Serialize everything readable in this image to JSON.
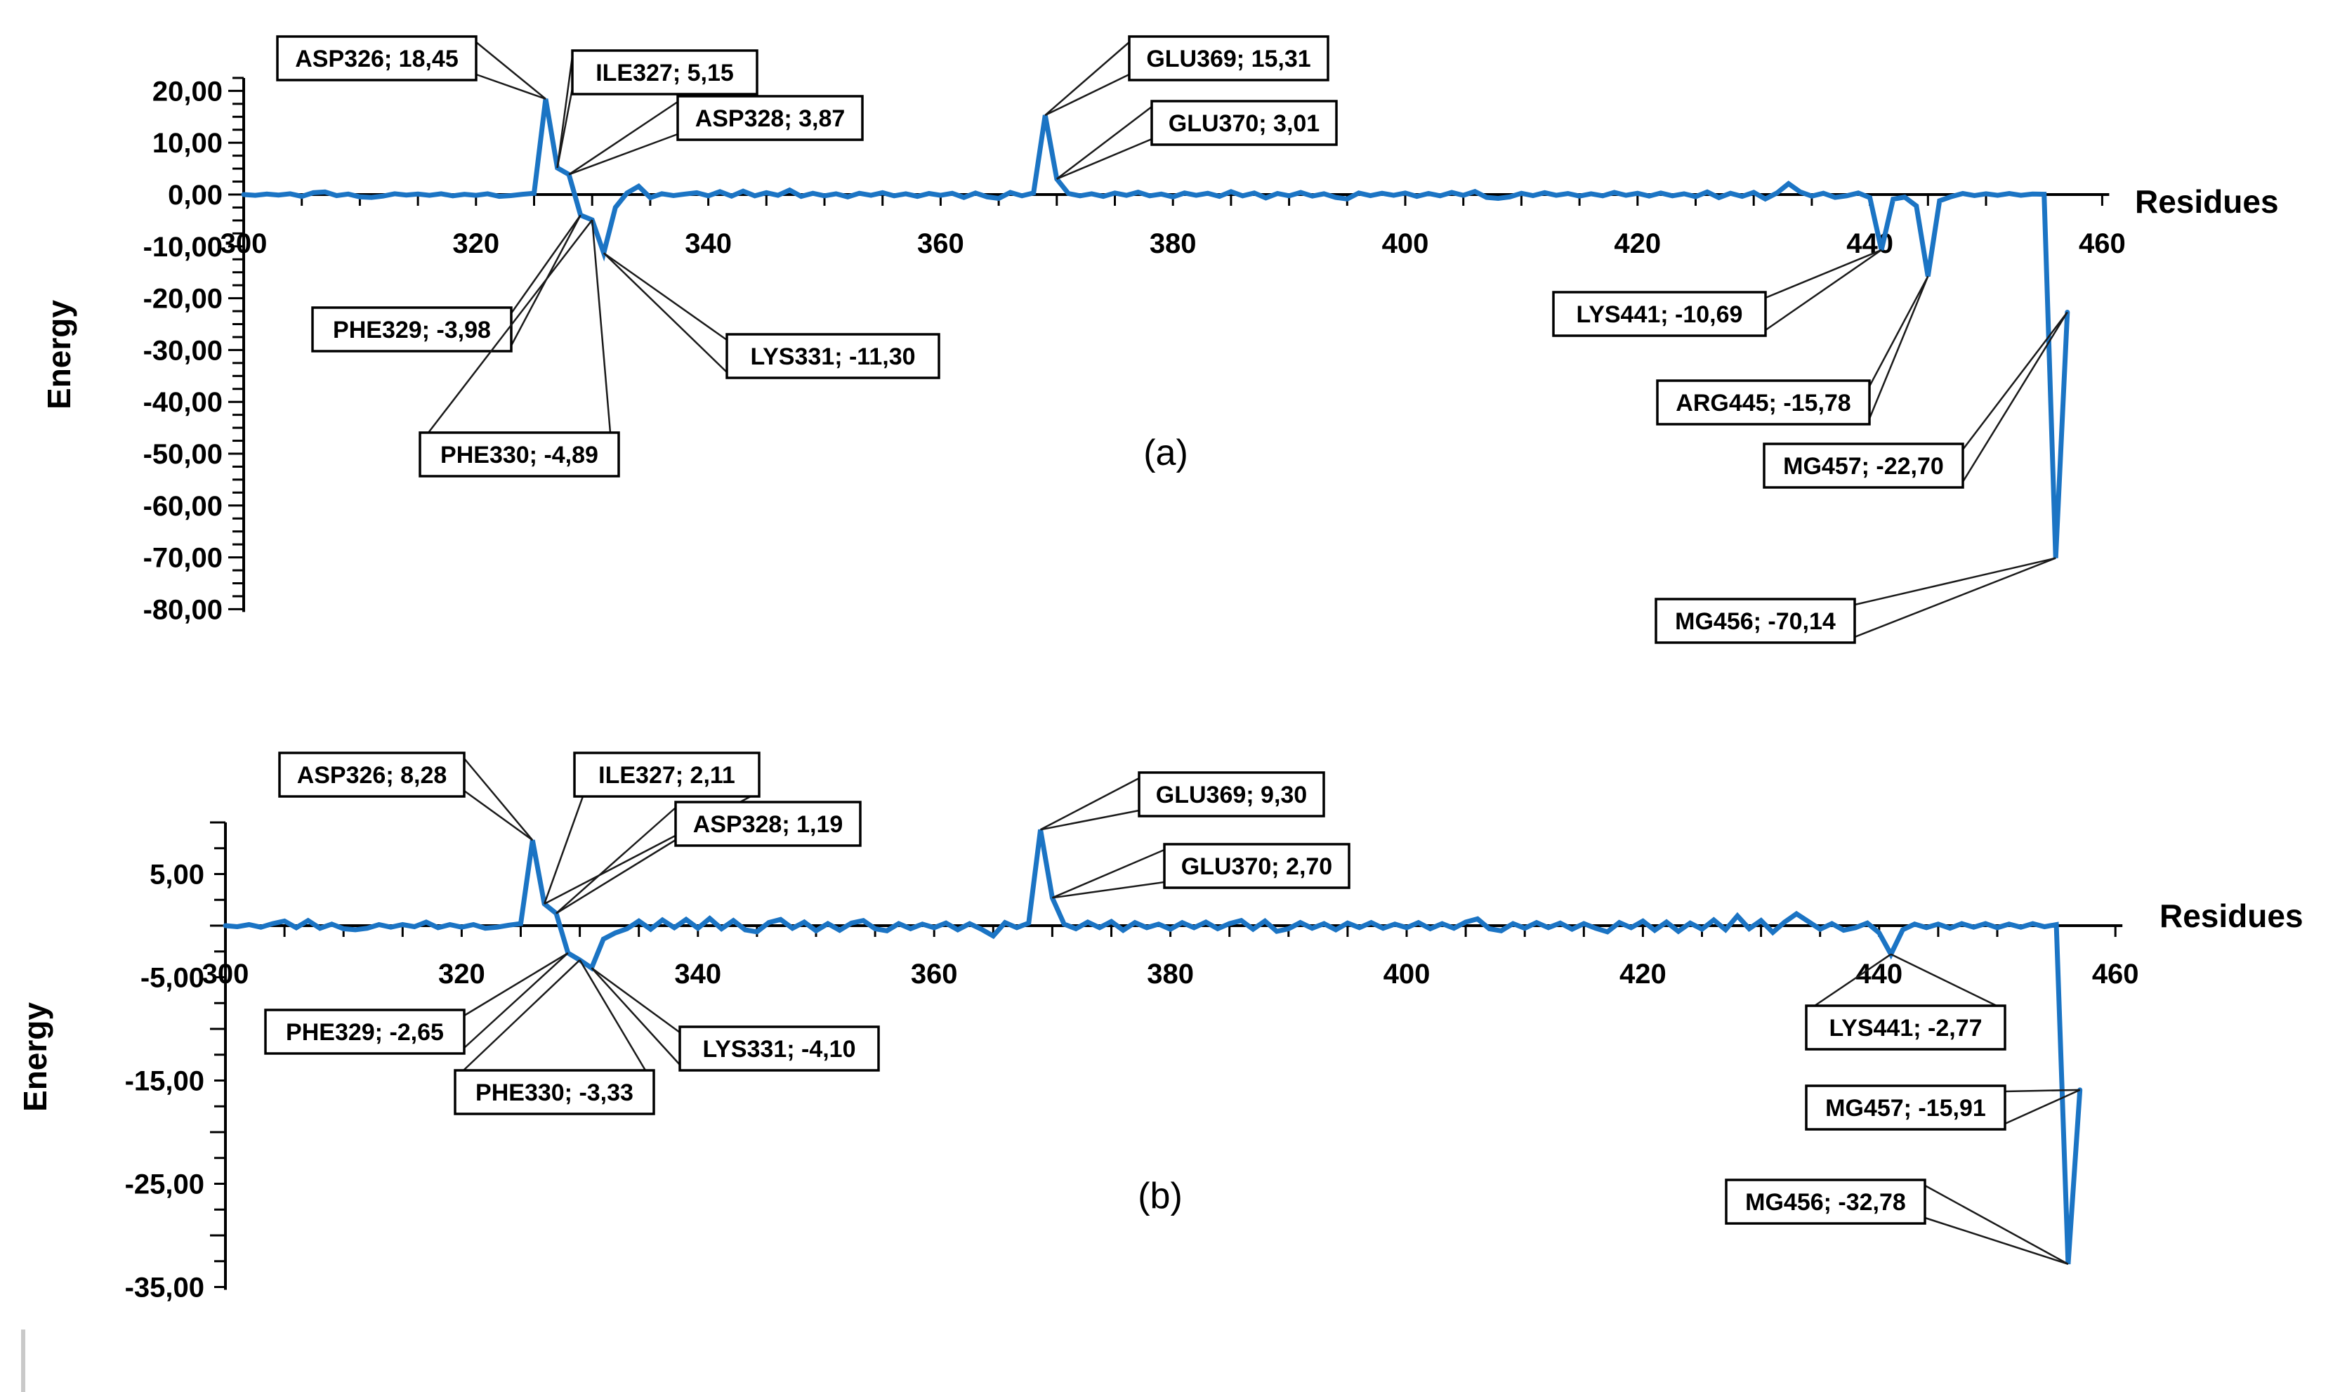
{
  "figure": {
    "background_color": "#ffffff",
    "series_color": "#1b74c4",
    "axis_color": "#000000",
    "callout_border_color": "#000000",
    "callout_fill_color": "#ffffff"
  },
  "chart_data": [
    {
      "type": "line",
      "panel_label": "(a)",
      "xlabel": "Residues",
      "ylabel": "Energy",
      "xlim": [
        300,
        460
      ],
      "ylim": [
        -80,
        20
      ],
      "grid": false,
      "legend": "none",
      "x_ticks": [
        300,
        320,
        340,
        360,
        380,
        400,
        420,
        440,
        460
      ],
      "y_ticks": [
        {
          "value": 20,
          "label": "20,00"
        },
        {
          "value": 10,
          "label": "10,00"
        },
        {
          "value": 0,
          "label": "0,00"
        },
        {
          "value": -10,
          "label": "-10,00"
        },
        {
          "value": -20,
          "label": "-20,00"
        },
        {
          "value": -30,
          "label": "-30,00"
        },
        {
          "value": -40,
          "label": "-40,00"
        },
        {
          "value": -50,
          "label": "-50,00"
        },
        {
          "value": -60,
          "label": "-60,00"
        },
        {
          "value": -70,
          "label": "-70,00"
        },
        {
          "value": -80,
          "label": "-80,00"
        }
      ],
      "series_start_residue": 300,
      "series_values": [
        0,
        -0.15,
        0.1,
        -0.1,
        0.15,
        -0.35,
        0.35,
        0.5,
        -0.2,
        0.1,
        -0.45,
        -0.55,
        -0.3,
        0.15,
        -0.1,
        0.1,
        -0.15,
        0.15,
        -0.25,
        0.05,
        -0.15,
        0.15,
        -0.35,
        -0.2,
        0.05,
        0.25,
        18.45,
        5.15,
        3.87,
        -3.98,
        -4.89,
        -11.3,
        -2.5,
        0.3,
        1.6,
        -0.6,
        0.15,
        -0.2,
        0.1,
        0.35,
        -0.25,
        0.55,
        -0.3,
        0.65,
        -0.25,
        0.35,
        -0.15,
        0.85,
        -0.35,
        0.25,
        -0.25,
        0.15,
        -0.45,
        0.25,
        -0.15,
        0.35,
        -0.25,
        0.15,
        -0.35,
        0.2,
        -0.15,
        0.25,
        -0.55,
        0.3,
        -0.45,
        -0.75,
        0.4,
        -0.25,
        0.3,
        15.31,
        3.01,
        0.2,
        -0.25,
        0.15,
        -0.35,
        0.3,
        -0.15,
        0.45,
        -0.25,
        0.1,
        -0.45,
        0.3,
        -0.15,
        0.25,
        -0.35,
        0.55,
        -0.25,
        0.3,
        -0.65,
        0.2,
        -0.25,
        0.4,
        -0.3,
        0.15,
        -0.55,
        -0.85,
        0.3,
        -0.2,
        0.25,
        -0.15,
        0.3,
        -0.35,
        0.2,
        -0.25,
        0.4,
        -0.15,
        0.6,
        -0.55,
        -0.75,
        -0.45,
        0.25,
        -0.2,
        0.35,
        -0.15,
        0.2,
        -0.3,
        0.15,
        -0.25,
        0.4,
        -0.15,
        0.25,
        -0.3,
        0.3,
        -0.25,
        0.15,
        -0.4,
        0.5,
        -0.6,
        0.25,
        -0.35,
        0.4,
        -0.85,
        0.3,
        2.1,
        0.5,
        -0.3,
        0.25,
        -0.55,
        -0.25,
        0.3,
        -0.6,
        -10.69,
        -0.9,
        -0.5,
        -2.2,
        -15.78,
        -1.2,
        -0.4,
        0.2,
        -0.2,
        0.15,
        -0.15,
        0.2,
        -0.15,
        0.1,
        0.05,
        -70.14,
        -22.7
      ],
      "annotations": [
        {
          "text": "ASP326; 18,45",
          "residue": 326,
          "value": 18.45,
          "box": [
            395,
            52
          ]
        },
        {
          "text": "ILE327; 5,15",
          "residue": 327,
          "value": 5.15,
          "box": [
            815,
            72
          ]
        },
        {
          "text": "ASP328; 3,87",
          "residue": 328,
          "value": 3.87,
          "box": [
            965,
            137
          ]
        },
        {
          "text": "GLU369; 15,31",
          "residue": 369,
          "value": 15.31,
          "box": [
            1608,
            52
          ]
        },
        {
          "text": "GLU370; 3,01",
          "residue": 370,
          "value": 3.01,
          "box": [
            1640,
            144
          ]
        },
        {
          "text": "PHE329; -3,98",
          "residue": 329,
          "value": -3.98,
          "box": [
            445,
            438
          ]
        },
        {
          "text": "PHE330; -4,89",
          "residue": 330,
          "value": -4.89,
          "box": [
            598,
            616
          ]
        },
        {
          "text": "LYS331; -11,30",
          "residue": 331,
          "value": -11.3,
          "box": [
            1035,
            476
          ]
        },
        {
          "text": "LYS441; -10,69",
          "residue": 441,
          "value": -10.69,
          "box": [
            2212,
            416
          ]
        },
        {
          "text": "ARG445; -15,78",
          "residue": 445,
          "value": -15.78,
          "box": [
            2360,
            542
          ]
        },
        {
          "text": "MG457; -22,70",
          "residue": 457,
          "value": -22.7,
          "box": [
            2512,
            632
          ]
        },
        {
          "text": "MG456; -70,14",
          "residue": 456,
          "value": -70.14,
          "box": [
            2358,
            853
          ]
        }
      ]
    },
    {
      "type": "line",
      "panel_label": "(b)",
      "xlabel": "Residues",
      "ylabel": "Energy",
      "xlim": [
        300,
        460
      ],
      "ylim": [
        -35,
        10
      ],
      "grid": false,
      "legend": "none",
      "x_ticks": [
        300,
        320,
        340,
        360,
        380,
        400,
        420,
        440,
        460
      ],
      "y_ticks": [
        {
          "value": 5,
          "label": "5,00"
        },
        {
          "value": -5,
          "label": "-5,00"
        },
        {
          "value": -15,
          "label": "-15,00"
        },
        {
          "value": -25,
          "label": "-25,00"
        },
        {
          "value": -35,
          "label": "-35,00"
        }
      ],
      "series_start_residue": 300,
      "series_values": [
        0,
        -0.1,
        0.1,
        -0.15,
        0.2,
        0.45,
        -0.2,
        0.5,
        -0.25,
        0.15,
        -0.3,
        -0.4,
        -0.25,
        0.1,
        -0.15,
        0.1,
        -0.1,
        0.35,
        -0.2,
        0.1,
        -0.15,
        0.1,
        -0.25,
        -0.15,
        0.05,
        0.2,
        8.28,
        2.11,
        1.19,
        -2.65,
        -3.33,
        -4.1,
        -1.3,
        -0.7,
        -0.3,
        0.45,
        -0.35,
        0.55,
        -0.2,
        0.6,
        -0.25,
        0.7,
        -0.3,
        0.5,
        -0.4,
        -0.6,
        0.3,
        0.6,
        -0.25,
        0.35,
        -0.5,
        0.2,
        -0.45,
        0.25,
        0.5,
        -0.3,
        -0.5,
        0.2,
        -0.3,
        0.15,
        -0.2,
        0.25,
        -0.4,
        0.2,
        -0.35,
        -1.0,
        0.3,
        -0.2,
        0.25,
        9.3,
        2.7,
        0.15,
        -0.3,
        0.35,
        -0.2,
        0.4,
        -0.45,
        0.3,
        -0.2,
        0.15,
        -0.35,
        0.3,
        -0.2,
        0.35,
        -0.3,
        0.2,
        0.5,
        -0.35,
        0.45,
        -0.55,
        -0.3,
        0.3,
        -0.25,
        0.2,
        -0.4,
        0.25,
        -0.2,
        0.3,
        -0.25,
        0.15,
        -0.2,
        0.3,
        -0.3,
        0.2,
        -0.25,
        0.35,
        0.65,
        -0.3,
        -0.5,
        0.2,
        -0.25,
        0.3,
        -0.2,
        0.25,
        -0.35,
        0.2,
        -0.25,
        -0.6,
        0.3,
        -0.2,
        0.45,
        -0.45,
        0.35,
        -0.55,
        0.25,
        -0.35,
        0.55,
        -0.4,
        0.95,
        -0.3,
        0.5,
        -0.65,
        0.35,
        1.15,
        0.4,
        -0.35,
        0.2,
        -0.45,
        -0.2,
        0.25,
        -0.7,
        -2.77,
        -0.4,
        0.15,
        -0.2,
        0.15,
        -0.25,
        0.2,
        -0.15,
        0.2,
        -0.2,
        0.15,
        -0.15,
        0.2,
        -0.1,
        0.1,
        -32.78,
        -15.91
      ],
      "annotations": [
        {
          "text": "ASP326; 8,28",
          "residue": 326,
          "value": 8.28,
          "box": [
            398,
            1072
          ]
        },
        {
          "text": "ILE327; 2,11",
          "residue": 327,
          "value": 2.11,
          "box": [
            818,
            1072
          ]
        },
        {
          "text": "ASP328; 1,19",
          "residue": 328,
          "value": 1.19,
          "box": [
            962,
            1142
          ]
        },
        {
          "text": "GLU369; 9,30",
          "residue": 369,
          "value": 9.3,
          "box": [
            1622,
            1100
          ]
        },
        {
          "text": "GLU370; 2,70",
          "residue": 370,
          "value": 2.7,
          "box": [
            1658,
            1202
          ]
        },
        {
          "text": "PHE329; -2,65",
          "residue": 329,
          "value": -2.65,
          "box": [
            378,
            1438
          ]
        },
        {
          "text": "PHE330; -3,33",
          "residue": 330,
          "value": -3.33,
          "box": [
            648,
            1524
          ]
        },
        {
          "text": "LYS331; -4,10",
          "residue": 331,
          "value": -4.1,
          "box": [
            968,
            1462
          ]
        },
        {
          "text": "LYS441; -2,77",
          "residue": 441,
          "value": -2.77,
          "box": [
            2572,
            1432
          ]
        },
        {
          "text": "MG457; -15,91",
          "residue": 457,
          "value": -15.91,
          "box": [
            2572,
            1546
          ]
        },
        {
          "text": "MG456; -32,78",
          "residue": 456,
          "value": -32.78,
          "box": [
            2458,
            1680
          ]
        }
      ]
    }
  ]
}
